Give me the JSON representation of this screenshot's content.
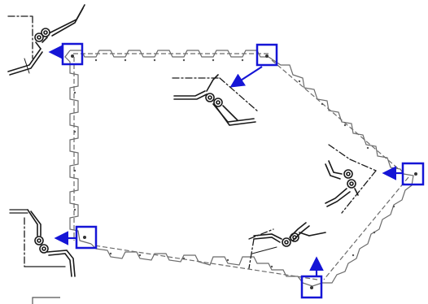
{
  "figure": {
    "background": "#ffffff",
    "outline_color": "#6b6b6b",
    "detail_color": "#1a1a1a",
    "callout_color": "#1515d6"
  },
  "callouts": [
    {
      "id": "top-left",
      "label": ""
    },
    {
      "id": "top-right",
      "label": ""
    },
    {
      "id": "right",
      "label": ""
    },
    {
      "id": "bottom",
      "label": ""
    },
    {
      "id": "bottom-left",
      "label": ""
    }
  ]
}
